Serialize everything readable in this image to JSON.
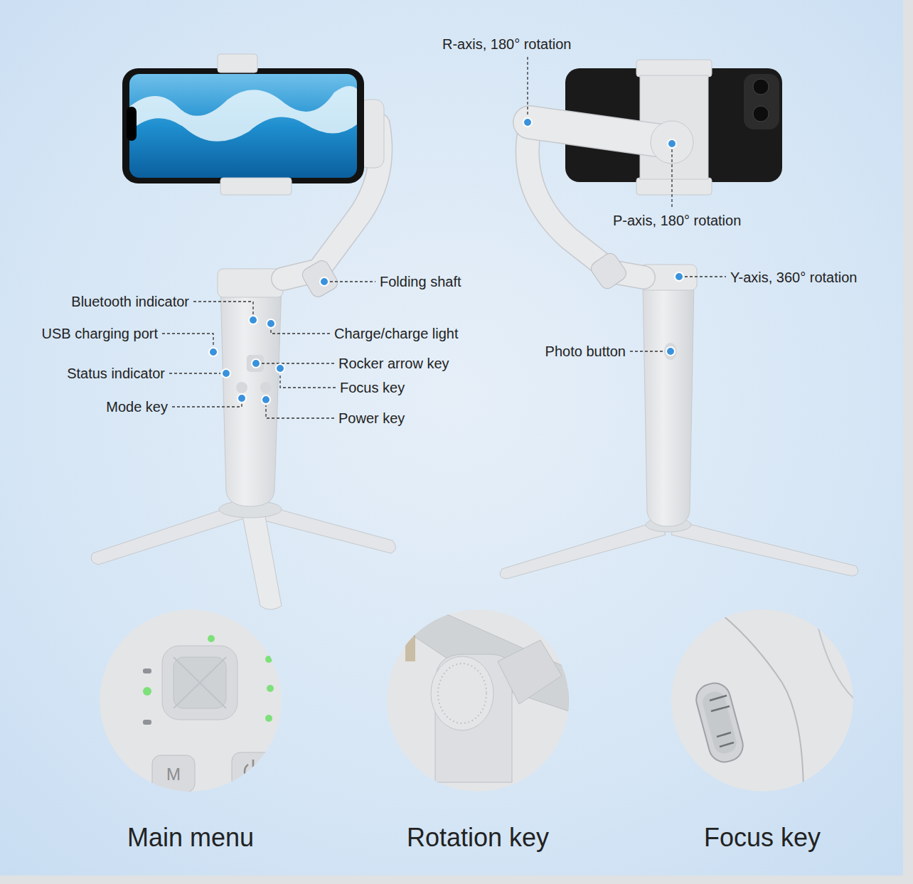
{
  "diagram": {
    "labels": [
      "R-axis, 180° rotation",
      "P-axis, 180° rotation",
      "Y-axis, 360°  rotation",
      "Folding shaft",
      "Bluetooth indicator",
      "USB charging port",
      "Charge/charge light",
      "Photo button",
      "Rocker arrow key",
      "Status indicator",
      "Focus key",
      "Mode key",
      "Power key",
      "M",
      "Main menu",
      "Rotation key",
      "Focus key"
    ]
  }
}
